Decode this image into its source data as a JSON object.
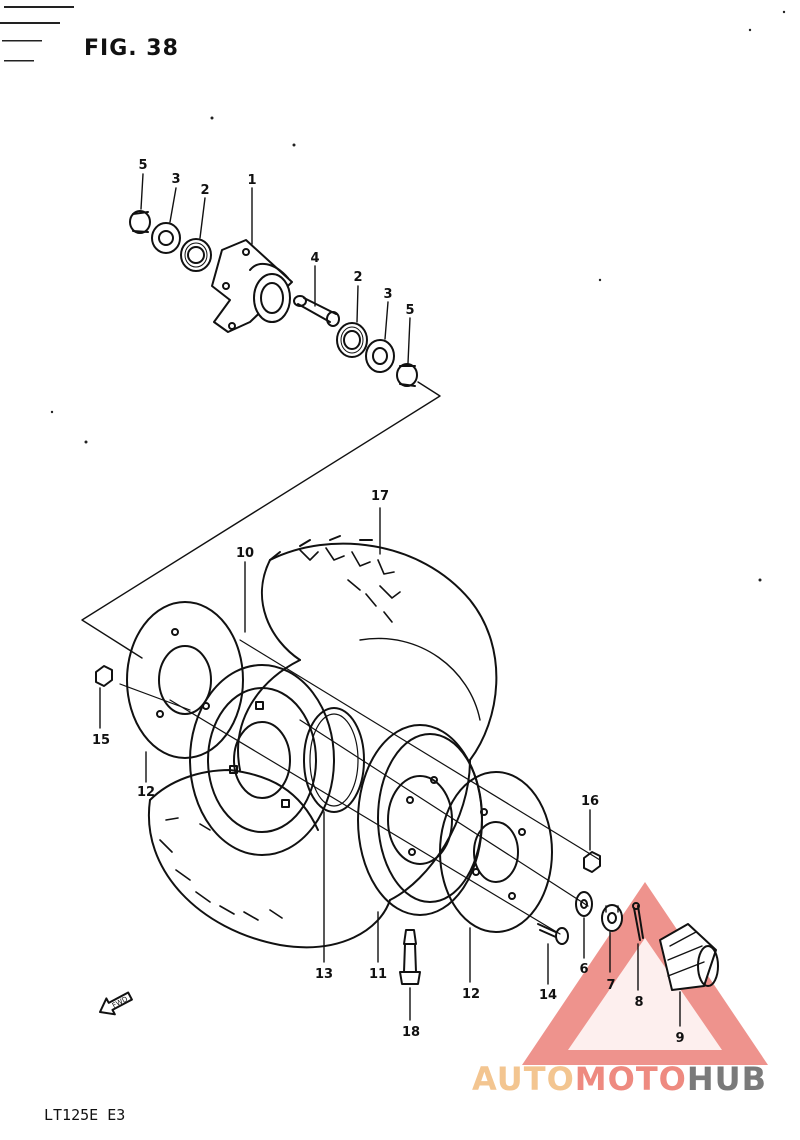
{
  "figure": {
    "title": "FIG. 38",
    "model": "LT125E  E3"
  },
  "callouts": [
    "1",
    "2",
    "3",
    "4",
    "5",
    "6",
    "7",
    "8",
    "9",
    "10",
    "11",
    "12",
    "13",
    "14",
    "15",
    "16",
    "17",
    "18"
  ],
  "direction_marker": "FWD",
  "watermark": {
    "auto": "AUTO",
    "moto": "MOTO",
    "hub": "HUB"
  },
  "colors": {
    "line": "#111111",
    "watermark_red": "#e03a2f",
    "watermark_orange": "#f3c590",
    "watermark_grey": "#7a7a7a"
  }
}
